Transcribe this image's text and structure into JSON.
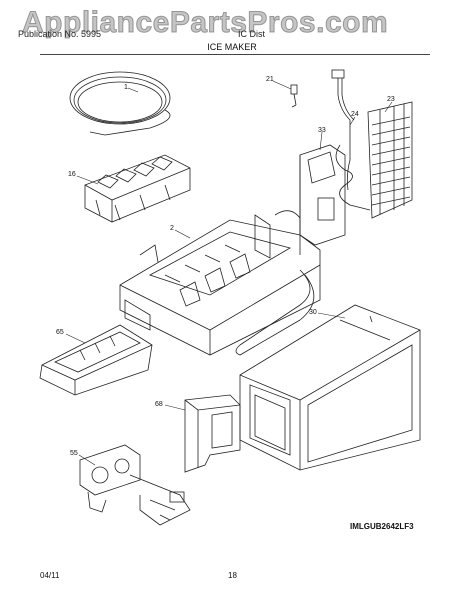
{
  "header": {
    "watermark": "AppliancePartsPros.com",
    "left_text": "Publication No. 5995",
    "right_text": "IC Dist"
  },
  "title": "ICE MAKER",
  "model_code": "IMLGUB2642LF3",
  "footer": {
    "date": "04/11",
    "page": "18"
  },
  "callouts": [
    "1",
    "21",
    "23",
    "24",
    "33",
    "16",
    "2",
    "30",
    "65",
    "68",
    "55"
  ]
}
